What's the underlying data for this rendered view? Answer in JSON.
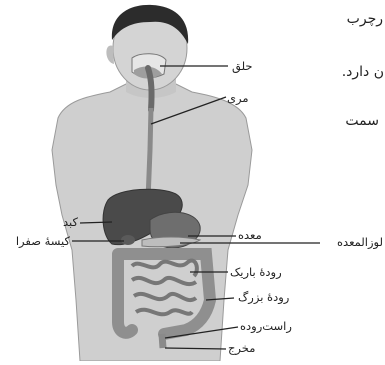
{
  "paragraph_fragments": [
    "رچرب",
    "ن دارد.",
    "سمت"
  ],
  "labels": {
    "pharynx": "حلق",
    "esophagus": "مری",
    "liver": "کبد",
    "gallbladder": "کیسهٔ صفرا",
    "stomach": "معده",
    "pancreas": "لوزالمعده",
    "small_intestine": "رودهٔ باریک",
    "large_intestine": "رودهٔ بزرگ",
    "rectum": "راست‌روده",
    "anus": "مخرج"
  },
  "colors": {
    "skin": "#cfcfcf",
    "skin_shadow": "#a9a9a9",
    "hair": "#2c2c2c",
    "organ_dark": "#4a4a4a",
    "intestine": "#8f8f8f",
    "leader": "#222222"
  }
}
